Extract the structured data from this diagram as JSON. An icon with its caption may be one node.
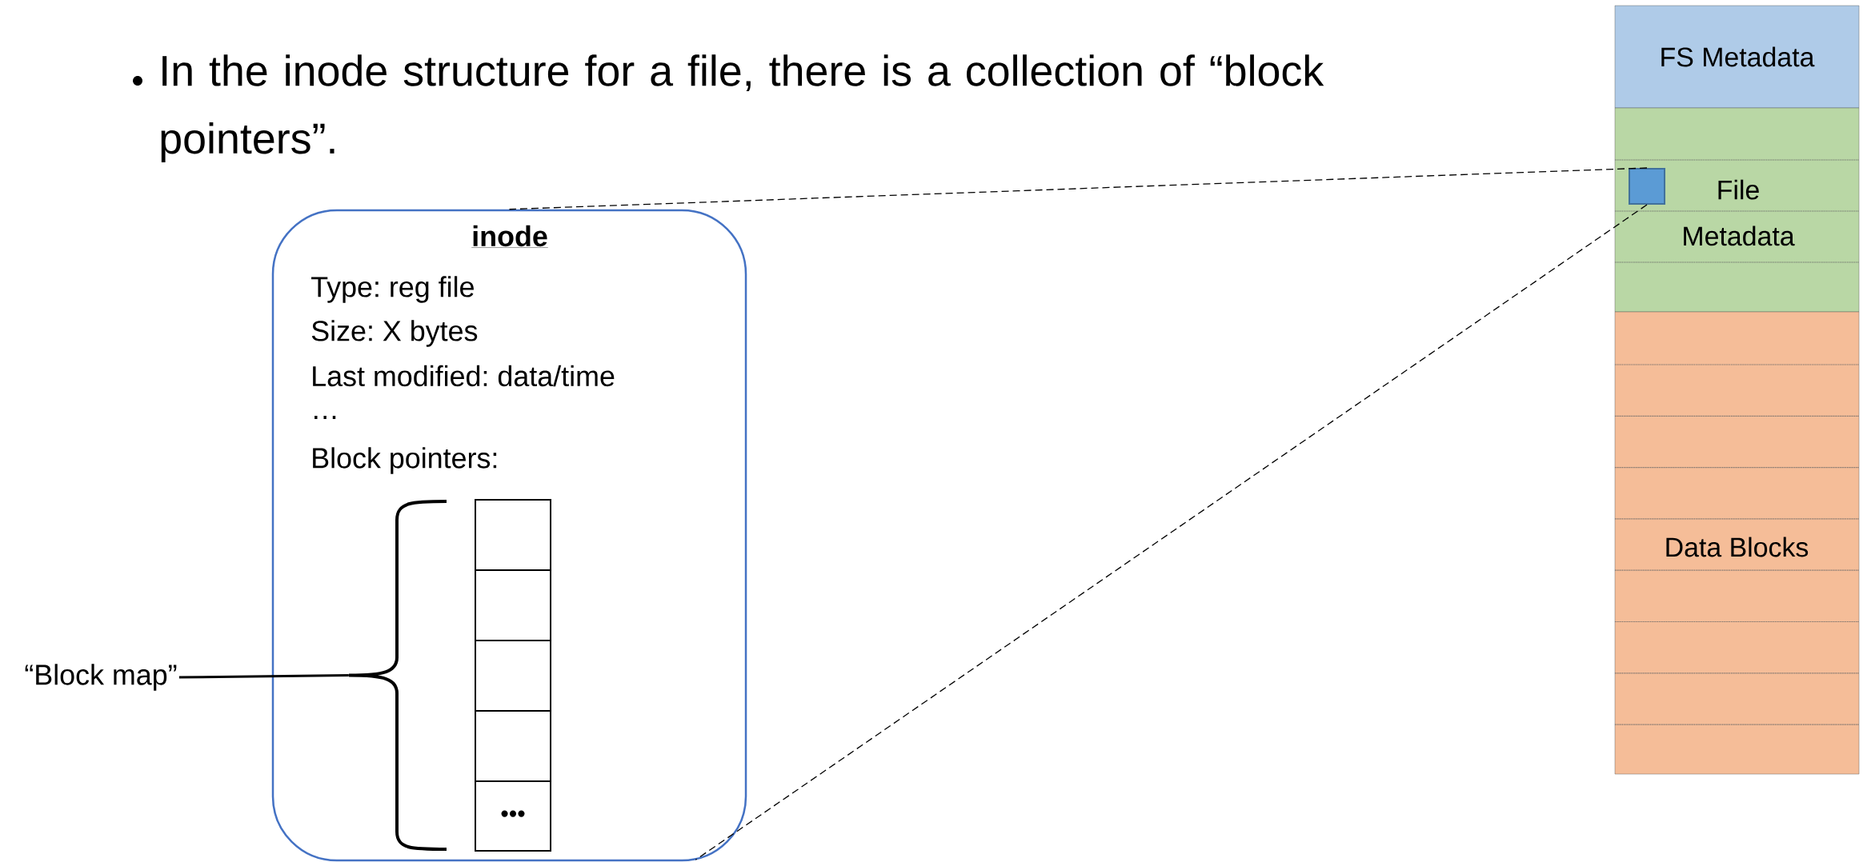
{
  "diagram": {
    "nodes": [
      {
        "text": [
          "inode",
          "Type: reg file",
          "Size: X bytes",
          "Last modified: data/time",
          "…",
          "Block pointers:"
        ]
      },
      {
        "text": [],
        "shape": "box",
        "in": 0
      },
      {
        "text": [],
        "shape": "box",
        "in": 0
      },
      {
        "text": [],
        "shape": "box",
        "in": 0
      },
      {
        "text": [],
        "shape": "box",
        "in": 0
      },
      {
        "text": [
          "•••"
        ],
        "in": 0
      },
      {
        "text": [],
        "shape": "brace",
        "in": 0
      },
      {
        "text": [
          "“Block map”"
        ]
      },
      {
        "text": [
          "FS Metadata"
        ]
      },
      {
        "text": [
          "File Metadata"
        ]
      },
      {
        "text": [],
        "shape": "box",
        "in": 9
      },
      {
        "text": [
          "Data Blocks"
        ]
      }
    ],
    "edges": [
      {
        "from": 7,
        "to": 6,
        "arrow": "none"
      },
      {
        "from": 10,
        "to": 0,
        "arrow": "none",
        "style": "dashed"
      },
      {
        "from": 10,
        "to": 0,
        "arrow": "none",
        "style": "dashed"
      }
    ],
    "labels": [
      "In the inode structure for a file, there is a collection of “block pointers”."
    ]
  }
}
